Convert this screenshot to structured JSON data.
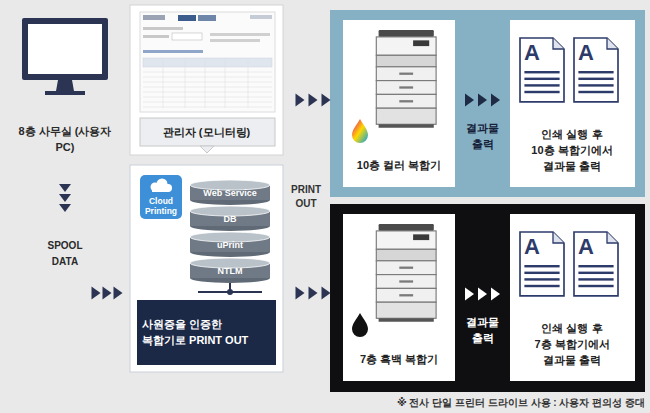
{
  "diagram": {
    "nodes": [
      {
        "text": [
          "8층 사무실 (사용자 PC)"
        ]
      },
      {
        "text": [
          "관리자 (모니터링)"
        ]
      },
      {
        "text": [
          "사원증을 인증한 복합기로 PRINT OUT"
        ]
      },
      {
        "text": [
          "Cloud Printing"
        ],
        "in": 2
      },
      {
        "text": [
          "Web Service"
        ],
        "in": 2
      },
      {
        "text": [
          "DB"
        ],
        "in": 2
      },
      {
        "text": [
          "uPrint"
        ],
        "in": 2
      },
      {
        "text": [
          "NTLM"
        ],
        "in": 2
      },
      {
        "text": [
          "10층 컬러 복합기"
        ]
      },
      {
        "text": [
          "인쇄 실행 후 10층 복합기에서 결과물 출력"
        ]
      },
      {
        "text": [
          "7층 흑백 복합기"
        ]
      },
      {
        "text": [
          "인쇄 실행 후 7층 복합기에서 결과물 출력"
        ]
      }
    ],
    "edges": [
      {
        "from": 0,
        "to": 2,
        "label": "SPOOL DATA",
        "arrow": "to"
      },
      {
        "from": 1,
        "to": 8,
        "arrow": "to"
      },
      {
        "from": 2,
        "to": 10,
        "arrow": "to"
      },
      {
        "from": 8,
        "to": 9,
        "label": "결과물 출력",
        "arrow": "to"
      },
      {
        "from": 10,
        "to": 11,
        "label": "결과물 출력",
        "arrow": "to"
      }
    ],
    "labels": [
      "PRINT OUT",
      "A",
      "A",
      "A",
      "A",
      "※ 전사 단일 프린터 드라이브 사용 : 사용자 편의성 증대"
    ]
  }
}
